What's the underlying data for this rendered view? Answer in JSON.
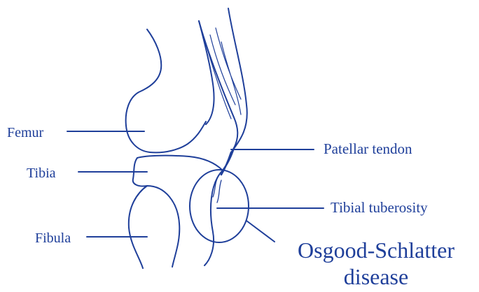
{
  "labels": {
    "femur": "Femur",
    "tibia": "Tibia",
    "fibula": "Fibula",
    "patellar_tendon": "Patellar tendon",
    "tibial_tuberosity": "Tibial tuberosity",
    "condition_line1": "Osgood-Schlatter",
    "condition_line2": "disease"
  },
  "colors": {
    "ink": "#1f3f9a",
    "background": "#ffffff"
  }
}
